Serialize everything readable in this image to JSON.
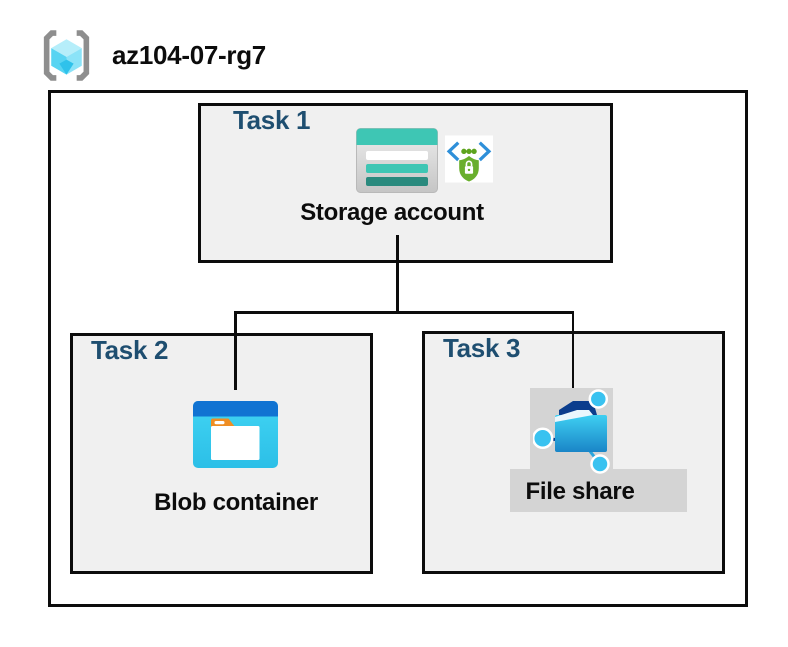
{
  "header": {
    "resource_group": "az104-07-rg7",
    "icon": "azure-resource-group-icon"
  },
  "tasks": [
    {
      "label": "Task 1",
      "resource": "Storage account",
      "icons": [
        "storage-account-icon",
        "secure-endpoint-icon"
      ]
    },
    {
      "label": "Task 2",
      "resource": "Blob container",
      "icons": [
        "blob-container-icon"
      ]
    },
    {
      "label": "Task 3",
      "resource": "File share",
      "icons": [
        "file-share-icon"
      ]
    }
  ],
  "connections": [
    {
      "from": "Storage account",
      "to": "Blob container"
    },
    {
      "from": "Storage account",
      "to": "File share"
    }
  ],
  "colors": {
    "task_label": "#1E4E70",
    "box_fill": "#F0F0F0",
    "border": "#0C0C0C",
    "storage_teal": "#3EC6B4",
    "storage_teal_dark": "#2A8A7E",
    "azure_blue": "#1173D2",
    "cyan": "#35C8F0",
    "tab_orange": "#EF8E24",
    "shield_green": "#69AF2C",
    "bracket_gray": "#8E8E8E",
    "highlight_gray": "#D4D4D4",
    "navy_node": "#0B3D8D"
  }
}
